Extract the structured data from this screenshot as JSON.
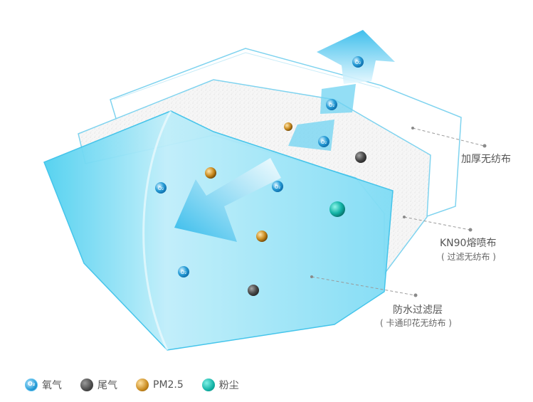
{
  "labels": {
    "thick_nonwoven": "加厚无纺布",
    "meltblown": "KN90熔喷布",
    "meltblown_sub": "( 过滤无纺布 )",
    "waterproof": "防水过滤层",
    "waterproof_sub": "( 卡通印花无纺布 )"
  },
  "particle_labels": {
    "o2": "O₂"
  },
  "legend": [
    {
      "key": "o2",
      "label": "氧气",
      "icon": "oxygen-molecule-icon"
    },
    {
      "key": "exhaust",
      "label": "尾气",
      "icon": "exhaust-particle-icon"
    },
    {
      "key": "pm",
      "label": "PM2.5",
      "icon": "pm25-particle-icon"
    },
    {
      "key": "dust",
      "label": "粉尘",
      "icon": "dust-particle-icon"
    }
  ],
  "colors": {
    "front_layer": "#5fd0f0",
    "o2": "#2a9fd8",
    "exhaust": "#4a4a4a",
    "pm": "#c98a1e",
    "dust": "#12b3a6"
  }
}
